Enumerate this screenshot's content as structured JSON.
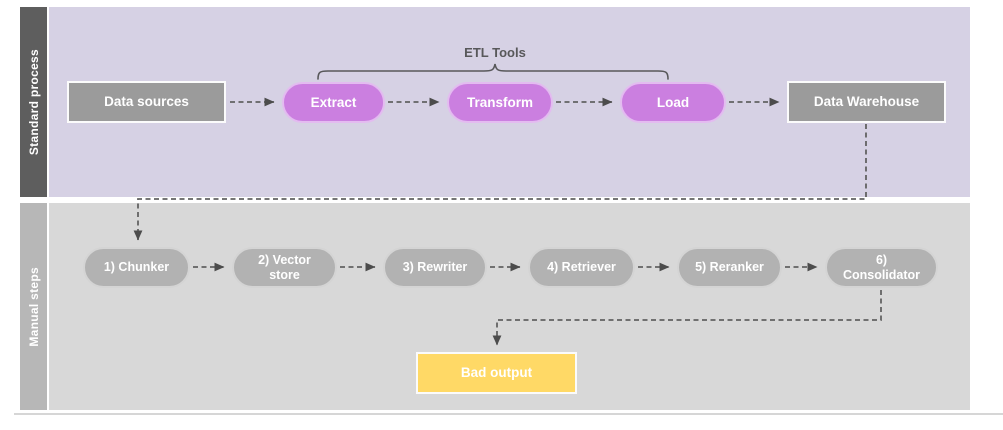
{
  "lanes": [
    {
      "label": "Standard process"
    },
    {
      "label": "Manual steps"
    }
  ],
  "bracket": {
    "label": "ETL Tools",
    "spans": [
      "Extract",
      "Transform",
      "Load"
    ]
  },
  "nodes": {
    "data_sources": {
      "label": "Data sources"
    },
    "extract": {
      "label": "Extract"
    },
    "transform": {
      "label": "Transform"
    },
    "load": {
      "label": "Load"
    },
    "data_warehouse": {
      "label": "Data Warehouse"
    },
    "chunker": {
      "label": "1) Chunker"
    },
    "vector_store": {
      "label": "2) Vector store"
    },
    "rewriter": {
      "label": "3) Rewriter"
    },
    "retriever": {
      "label": "4) Retriever"
    },
    "reranker": {
      "label": "5) Reranker"
    },
    "consolidator": {
      "label": "6) Consolidator"
    },
    "bad_output": {
      "label": "Bad output"
    }
  },
  "edges": [
    {
      "from": "Data sources",
      "to": "Extract",
      "style": "dashed-arrow"
    },
    {
      "from": "Extract",
      "to": "Transform",
      "style": "dashed-arrow"
    },
    {
      "from": "Transform",
      "to": "Load",
      "style": "dashed-arrow"
    },
    {
      "from": "Load",
      "to": "Data Warehouse",
      "style": "dashed-arrow"
    },
    {
      "from": "Data Warehouse",
      "to": "1) Chunker",
      "style": "dashed-arrow"
    },
    {
      "from": "1) Chunker",
      "to": "2) Vector store",
      "style": "dashed-arrow"
    },
    {
      "from": "2) Vector store",
      "to": "3) Rewriter",
      "style": "dashed-arrow"
    },
    {
      "from": "3) Rewriter",
      "to": "4) Retriever",
      "style": "dashed-arrow"
    },
    {
      "from": "4) Retriever",
      "to": "5) Reranker",
      "style": "dashed-arrow"
    },
    {
      "from": "5) Reranker",
      "to": "6) Consolidator",
      "style": "dashed-arrow"
    },
    {
      "from": "6) Consolidator",
      "to": "Bad output",
      "style": "dashed-arrow"
    }
  ],
  "colors": {
    "lane_top_bar": "#5e5e5e",
    "lane_top_bg": "#d6d1e4",
    "lane_bottom_bar": "#b7b7b7",
    "lane_bottom_bg": "#d8d8d8",
    "etl_pill": "#cb7fe0",
    "gray_box": "#9b9b9b",
    "gray_pill": "#b2b2b2",
    "bad_output": "#ffd966",
    "connector": "#626262",
    "label_text": "#58585a",
    "node_text": "#ffffff"
  }
}
